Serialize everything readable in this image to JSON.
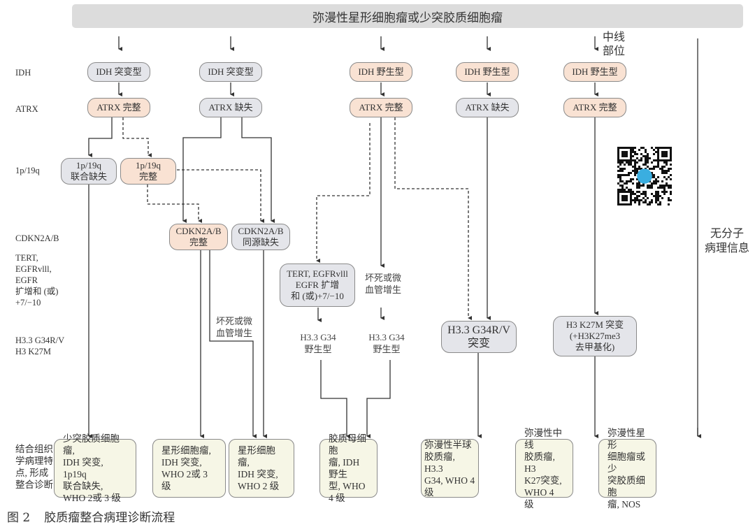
{
  "header": {
    "title": "弥漫性星形细胞瘤或少突胶质细胞瘤"
  },
  "row_labels": {
    "idh": "IDH",
    "atrx": "ATRX",
    "codel": "1p/19q",
    "cdkn": "CDKN2A/B",
    "tert": "TERT,\nEGFRvlll,\nEGFR\n扩增和 (或)\n+7/−10",
    "h3": "H3.3 G34R/V\nH3 K27M",
    "integrated": "结合组织\n学病理特\n点, 形成\n整合诊断"
  },
  "annotations": {
    "midline": "中线\n部位",
    "no_molecular": "无分子\n病理信息",
    "necrosis_1": "坏死或微\n血管增生",
    "necrosis_2": "坏死或微\n血管增生"
  },
  "nodes": {
    "idh_1": "IDH 突变型",
    "idh_2": "IDH 突变型",
    "idh_3": "IDH 野生型",
    "idh_4": "IDH 野生型",
    "idh_5": "IDH 野生型",
    "atrx_1": "ATRX 完整",
    "atrx_2": "ATRX 缺失",
    "atrx_3": "ATRX 完整",
    "atrx_4": "ATRX 缺失",
    "atrx_5": "ATRX 完整",
    "codel_1": "1p/19q\n联合缺失",
    "codel_2": "1p/19q\n完整",
    "cdkn_1": "CDKN2A/B\n完整",
    "cdkn_2": "CDKN2A/B\n同源缺失",
    "tert_box": "TERT, EGFRvlll\nEGFR 扩增\n和 (或)+7/−10",
    "h33_wt_1": "H3.3 G34\n野生型",
    "h33_wt_2": "H3.3 G34\n野生型",
    "h33_mut": "H3.3 G34R/V\n突变",
    "h3k27m": "H3 K27M 突变\n(+H3K27me3\n去甲基化)"
  },
  "diagnoses": {
    "d1": "少突胶质细胞瘤,\nIDH 突变, 1p19q\n联合缺失,\nWHO 2或 3 级",
    "d2": "星形细胞瘤,\nIDH 突变,\nWHO 2或 3 级",
    "d3": "星形细胞瘤,\nIDH 突变,\nWHO 2 级",
    "d4": "胶质母细胞\n瘤, IDH 野生\n型, WHO\n4 级",
    "d5": "弥漫性半球\n胶质瘤, H3.3\nG34, WHO 4 级",
    "d6": "弥漫性中线\n胶质瘤, H3\nK27突变,\nWHO 4 级",
    "d7": "弥漫性星形\n细胞瘤或少\n突胶质细胞\n瘤, NOS"
  },
  "caption": {
    "figure": "图 2",
    "title": "胶质瘤整合病理诊断流程"
  },
  "qr_code": {
    "icon": "qr-code-icon"
  },
  "colors": {
    "gray_node": "#e4e5ea",
    "peach_node": "#f9e2d3",
    "final_node": "#f6f6e6",
    "banner": "#dcdcdc",
    "line": "#333333"
  }
}
